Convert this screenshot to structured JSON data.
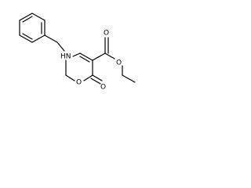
{
  "molecule": {
    "labels": {
      "nh": "HN",
      "ring_o": "O",
      "carbonyl_o": "O",
      "ester_carbonyl_o": "O",
      "ester_o": "O"
    },
    "colors": {
      "bond": "#000000",
      "text": "#000000",
      "background": "#ffffff"
    }
  }
}
